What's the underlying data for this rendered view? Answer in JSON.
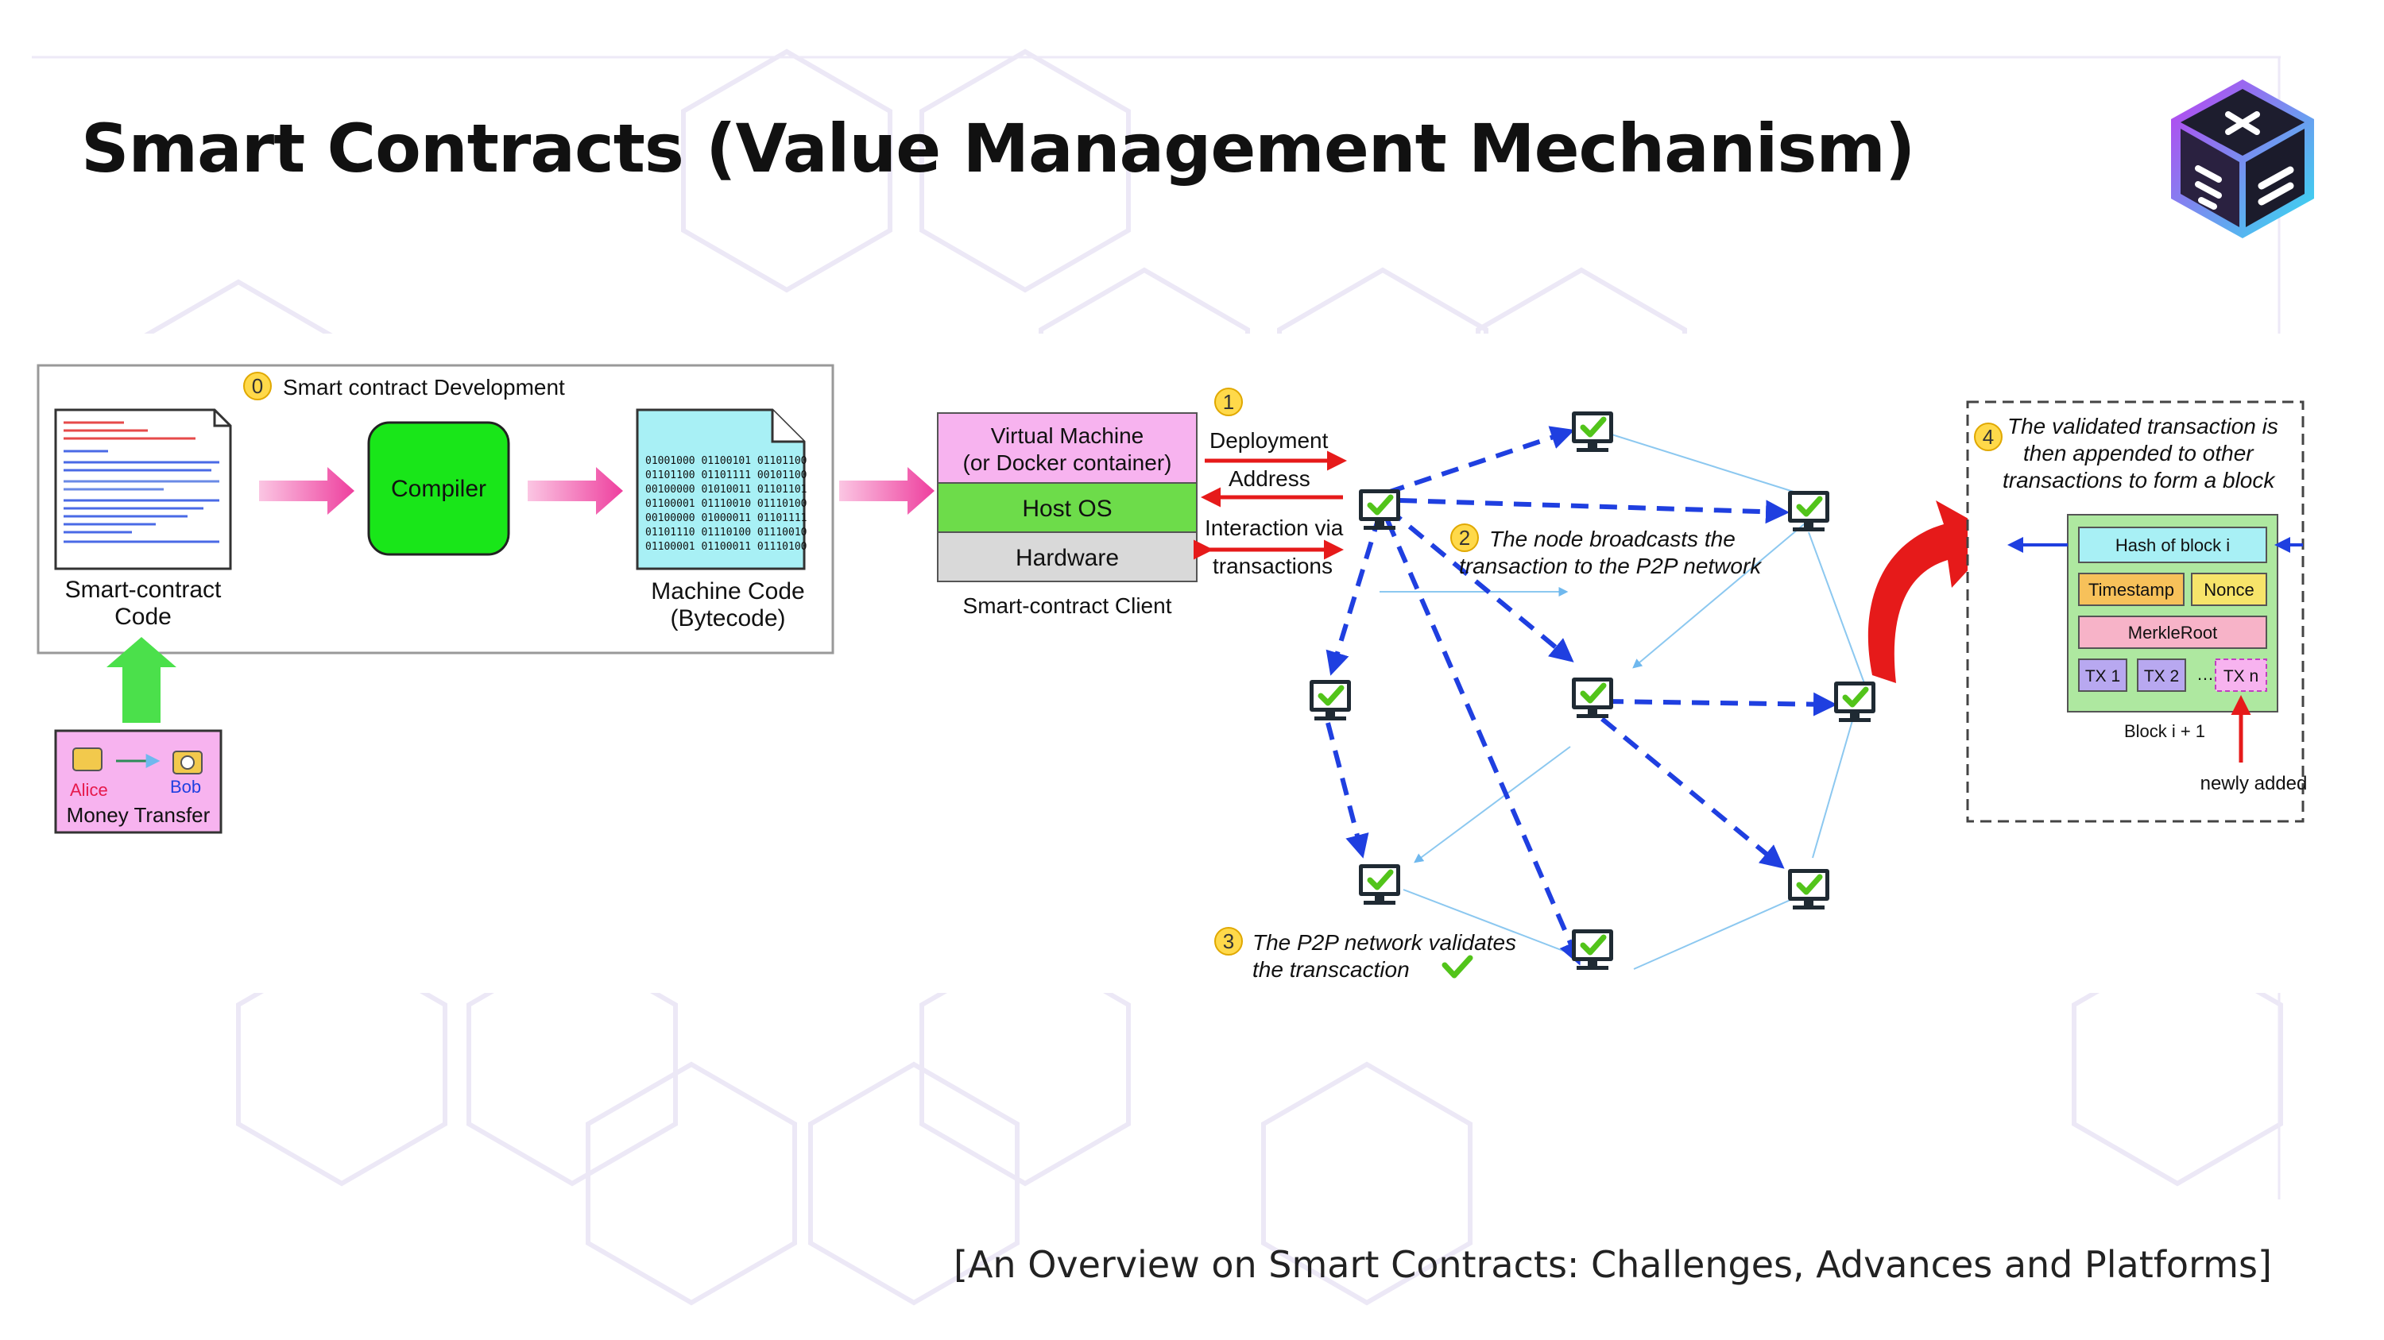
{
  "slide": {
    "title": "Smart Contracts (Value Management Mechanism)",
    "citation": "[An Overview on Smart Contracts: Challenges, Advances and Platforms]"
  },
  "logo": {
    "icon": "cube-logo-icon"
  },
  "figure": {
    "development": {
      "step": "0",
      "title": "Smart contract Development",
      "source_label": "Smart-contract\nCode",
      "compiler_label": "Compiler",
      "bytecode_label": "Machine Code\n(Bytecode)",
      "bytecode_lines": [
        "01001000 01100101 01101100",
        "01101100 01101111 00101100",
        "00100000 01010011 01101101",
        "01100001 01110010 01110100",
        "00100000 01000011 01101111",
        "01101110 01110100 01110010",
        "01100001 01100011 01110100"
      ]
    },
    "money_transfer": {
      "from": "Alice",
      "to": "Bob",
      "label": "Money Transfer"
    },
    "client": {
      "vm": "Virtual Machine\n(or Docker container)",
      "os": "Host OS",
      "hw": "Hardware",
      "caption": "Smart-contract Client"
    },
    "interaction": {
      "step": "1",
      "deployment": "Deployment",
      "address": "Address",
      "via": "Interaction via\ntransactions"
    },
    "broadcast": {
      "step": "2",
      "text": "The node broadcasts the\ntransaction to the P2P network"
    },
    "validate": {
      "step": "3",
      "text": "The P2P network validates\nthe transcaction"
    },
    "append": {
      "step": "4",
      "text": "The validated transaction is\nthen appended to other\ntransactions to form a block",
      "hash": "Hash of block i",
      "timestamp": "Timestamp",
      "nonce": "Nonce",
      "merkle": "MerkleRoot",
      "tx1": "TX 1",
      "tx2": "TX 2",
      "txn": "TX n",
      "block_label": "Block i + 1",
      "newly_added": "newly added"
    }
  },
  "colors": {
    "accent_blue": "#1f3fe0",
    "arrow_pink": "#f06fb4",
    "compiler_green": "#19e619",
    "bytecode_cyan": "#a8f0f5",
    "vm_pink": "#f7b3ef",
    "os_green": "#6ddc4a",
    "hw_grey": "#d9d9d9",
    "arrow_red": "#e61a1a"
  }
}
